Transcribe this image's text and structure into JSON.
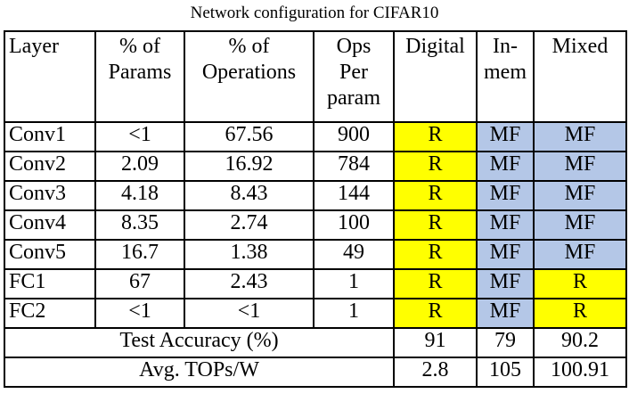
{
  "caption": "Network configuration for CIFAR10",
  "colors": {
    "R_cell": "#ffff00",
    "MF_cell": "#b4c7e7"
  },
  "header": {
    "layer": "Layer",
    "params": [
      "% of",
      "Params"
    ],
    "operations": [
      "% of",
      "Operations"
    ],
    "ops_per_param": [
      "Ops",
      "Per",
      "param"
    ],
    "digital": "Digital",
    "in_mem": [
      "In-",
      "mem"
    ],
    "mixed": "Mixed"
  },
  "rows": [
    {
      "layer": "Conv1",
      "params": "<1",
      "operations": "67.56",
      "ops": "900",
      "digital": "R",
      "in_mem": "MF",
      "mixed": "MF"
    },
    {
      "layer": "Conv2",
      "params": "2.09",
      "operations": "16.92",
      "ops": "784",
      "digital": "R",
      "in_mem": "MF",
      "mixed": "MF"
    },
    {
      "layer": "Conv3",
      "params": "4.18",
      "operations": "8.43",
      "ops": "144",
      "digital": "R",
      "in_mem": "MF",
      "mixed": "MF"
    },
    {
      "layer": "Conv4",
      "params": "8.35",
      "operations": "2.74",
      "ops": "100",
      "digital": "R",
      "in_mem": "MF",
      "mixed": "MF"
    },
    {
      "layer": "Conv5",
      "params": "16.7",
      "operations": "1.38",
      "ops": "49",
      "digital": "R",
      "in_mem": "MF",
      "mixed": "MF"
    },
    {
      "layer": "FC1",
      "params": "67",
      "operations": "2.43",
      "ops": "1",
      "digital": "R",
      "in_mem": "MF",
      "mixed": "R"
    },
    {
      "layer": "FC2",
      "params": "<1",
      "operations": "<1",
      "ops": "1",
      "digital": "R",
      "in_mem": "MF",
      "mixed": "R"
    }
  ],
  "summary": [
    {
      "label": "Test Accuracy (%)",
      "digital": "91",
      "in_mem": "79",
      "mixed": "90.2"
    },
    {
      "label": "Avg. TOPs/W",
      "digital": "2.8",
      "in_mem": "105",
      "mixed": "100.91"
    }
  ]
}
